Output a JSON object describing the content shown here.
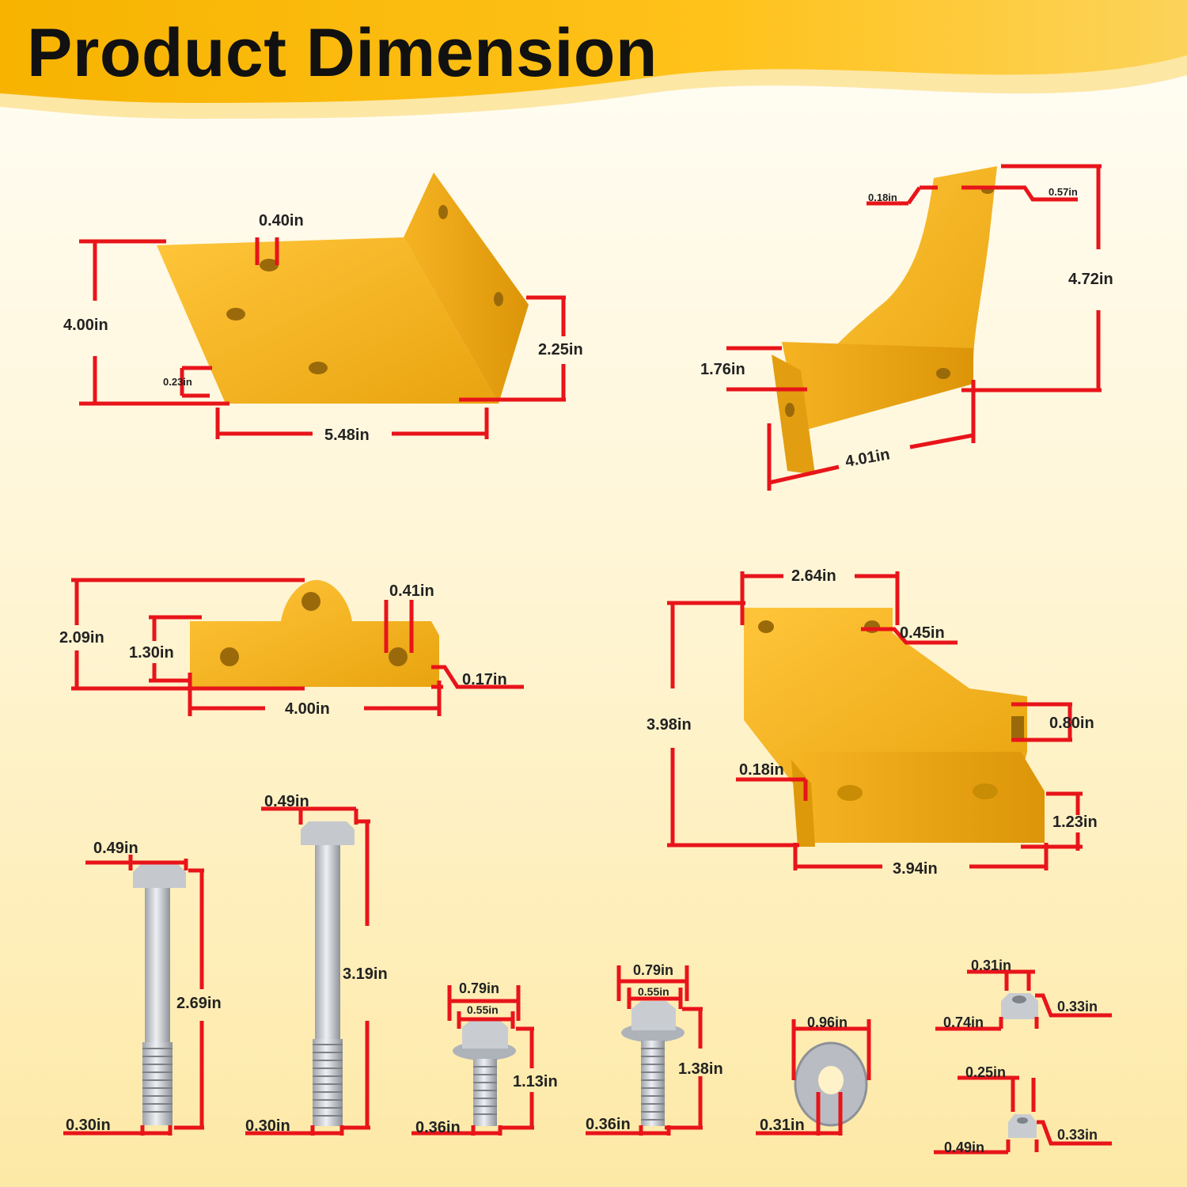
{
  "title": "Product Dimension",
  "colors": {
    "banner": "#f8b600",
    "part": "#f2b01f",
    "dimension_line": "#e8141a",
    "text": "#222222",
    "metal": "#b8bcc2"
  },
  "parts": {
    "bracket_a": {
      "hole": "0.40in",
      "height": "4.00in",
      "slot": "0.23in",
      "side": "2.25in",
      "length": "5.48in"
    },
    "bracket_b": {
      "left_tab": "0.18in",
      "right_tab": "0.57in",
      "height": "4.72in",
      "flange": "1.76in",
      "length": "4.01in"
    },
    "plate_c": {
      "hole": "0.41in",
      "height": "2.09in",
      "inner": "1.30in",
      "thickness": "0.17in",
      "length": "4.00in"
    },
    "plate_d": {
      "top": "2.64in",
      "hole": "0.45in",
      "slot": "0.80in",
      "height": "3.98in",
      "thickness": "0.18in",
      "flange": "1.23in",
      "length": "3.94in"
    }
  },
  "hardware": {
    "bolt_long_a": {
      "head": "0.49in",
      "length": "2.69in",
      "thread": "0.30in"
    },
    "bolt_long_b": {
      "head": "0.49in",
      "length": "3.19in",
      "thread": "0.30in"
    },
    "flange_bolt_a": {
      "flange": "0.79in",
      "head": "0.55in",
      "length": "1.13in",
      "thread": "0.36in"
    },
    "flange_bolt_b": {
      "flange": "0.79in",
      "head": "0.55in",
      "length": "1.38in",
      "thread": "0.36in"
    },
    "washer": {
      "outer": "0.96in",
      "inner": "0.31in"
    },
    "nut_a": {
      "top": "0.31in",
      "height": "0.33in",
      "width": "0.74in"
    },
    "nut_b": {
      "top": "0.25in",
      "height": "0.33in",
      "width": "0.49in"
    }
  }
}
